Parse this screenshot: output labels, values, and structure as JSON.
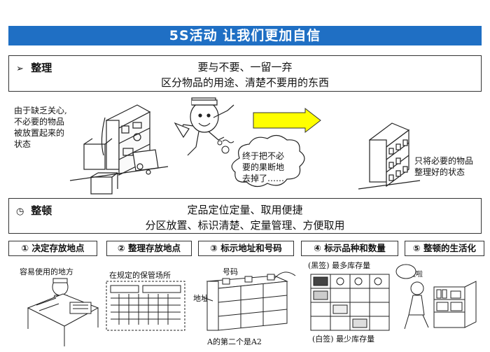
{
  "banner": {
    "title": "5S活动  让我们更加自信"
  },
  "seiri": {
    "heading": "整理",
    "line1": "要与不要、一留一弃",
    "line2": "区分物品的用途、清楚不要用的东西",
    "left_note": [
      "由于缺乏关心,",
      "不必要的物品",
      "被放置起来的",
      "状态"
    ],
    "cloud_note": [
      "终于把不必",
      "要的果断地",
      "去掉了……"
    ],
    "right_note": [
      "只将必要的物品",
      "整理好的状态"
    ]
  },
  "seiton": {
    "heading": "整顿",
    "line1": "定品定位定量、取用便捷",
    "line2": "分区放置、标识清楚、定量管理、方便取用"
  },
  "steps": [
    {
      "label": "① 决定存放地点",
      "caption": "容易使用的地方"
    },
    {
      "label": "② 整理存放地点",
      "caption": "在规定的保管场所"
    },
    {
      "label": "③ 标示地址和号码",
      "caption": "号码"
    },
    {
      "label": "④ 标示品种和数量",
      "caption": "(黑签) 最多库存量"
    },
    {
      "label": "⑤ 整顿的生活化",
      "caption": ""
    }
  ],
  "step3_extra": {
    "address": "地址",
    "bottom": "A的第二个是A2"
  },
  "step4_extra": {
    "bottom": "(白签)  最少库存量"
  },
  "step5_extra": {
    "bubble": "啦啦啦"
  }
}
